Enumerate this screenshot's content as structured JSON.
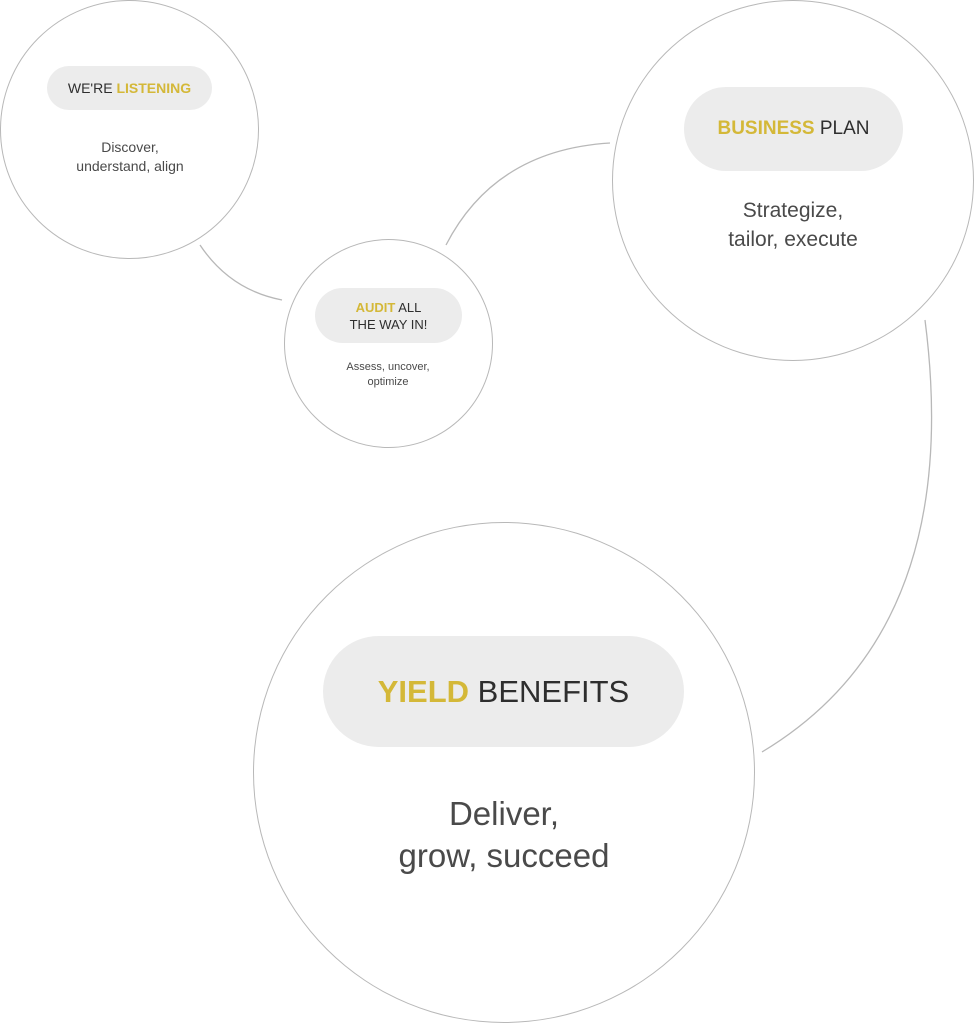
{
  "colors": {
    "accent": "#d4b838",
    "pill": "#ececec",
    "text": "#2e2e2e",
    "line": "#b8b8b8"
  },
  "steps": [
    {
      "highlight": "LISTENING",
      "prefix": "WE'RE ",
      "line1": "Discover,",
      "line2": "understand, align"
    },
    {
      "highlight": "AUDIT",
      "rest1": " ALL",
      "rest2": "THE WAY IN!",
      "line1": "Assess, uncover,",
      "line2": "optimize"
    },
    {
      "highlight": "BUSINESS",
      "rest": " PLAN",
      "line1": "Strategize,",
      "line2": "tailor, execute"
    },
    {
      "highlight": "YIELD",
      "rest": " BENEFITS",
      "line1": "Deliver,",
      "line2": "grow, succeed"
    }
  ]
}
